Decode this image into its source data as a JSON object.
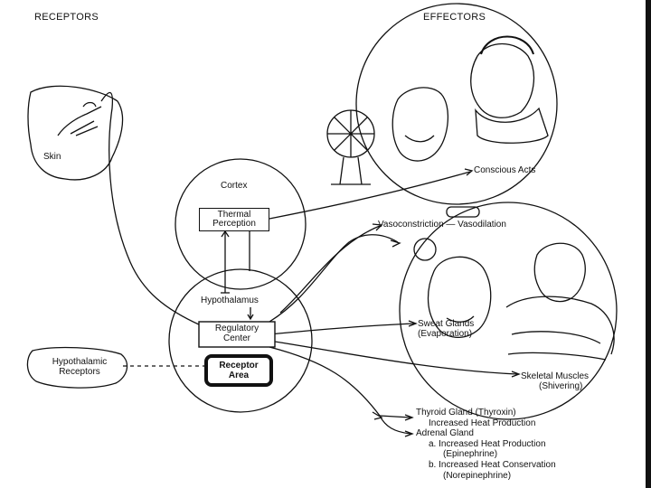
{
  "headers": {
    "receptors": "RECEPTORS",
    "effectors": "EFFECTORS"
  },
  "labels": {
    "skin": "Skin",
    "cortex": "Cortex",
    "thermal_perception": [
      "Thermal",
      "Perception"
    ],
    "hypothalamus": "Hypothalamus",
    "regulatory_center": [
      "Regulatory",
      "Center"
    ],
    "hypothalamic_receptors": [
      "Hypothalamic",
      "Receptors"
    ],
    "receptor_area": [
      "Receptor",
      "Area"
    ],
    "conscious_acts": "Conscious Acts",
    "vasoconstriction": "Vasoconstriction — Vasodilation",
    "sweat_glands": [
      "Sweat Glands",
      "(Evaporation)"
    ],
    "skeletal_muscles": [
      "Skeletal Muscles",
      "(Shivering)"
    ],
    "thyroid_lines": [
      "Thyroid Gland (Thyroxin)",
      "Increased Heat Production",
      "Adrenal Gland",
      "a. Increased Heat Production",
      "(Epinephrine)",
      "b. Increased Heat Conservation",
      "(Norepinephrine)"
    ]
  },
  "colors": {
    "ink": "#111111",
    "paper": "#ffffff"
  }
}
